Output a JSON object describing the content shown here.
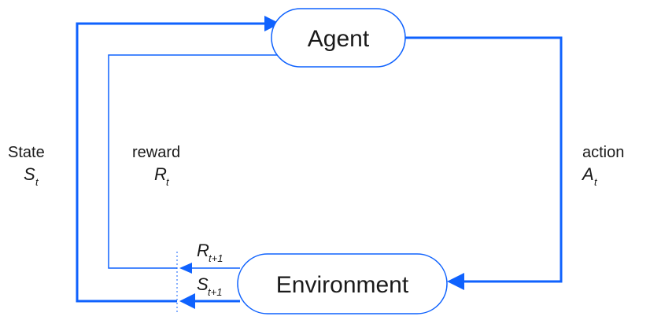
{
  "nodes": {
    "agent": {
      "label": "Agent"
    },
    "environment": {
      "label": "Environment"
    }
  },
  "edges": {
    "action": {
      "label": "action",
      "symbol": "A",
      "subscript": "t"
    },
    "state": {
      "label": "State",
      "symbol": "S",
      "subscript": "t"
    },
    "reward": {
      "label": "reward",
      "symbol": "R",
      "subscript": "t"
    },
    "next_reward": {
      "symbol": "R",
      "subscript": "t+1"
    },
    "next_state": {
      "symbol": "S",
      "subscript": "t+1"
    }
  },
  "colors": {
    "line": "#0f62fe",
    "box_border": "#0f62fe",
    "text": "#1a1a1a"
  }
}
